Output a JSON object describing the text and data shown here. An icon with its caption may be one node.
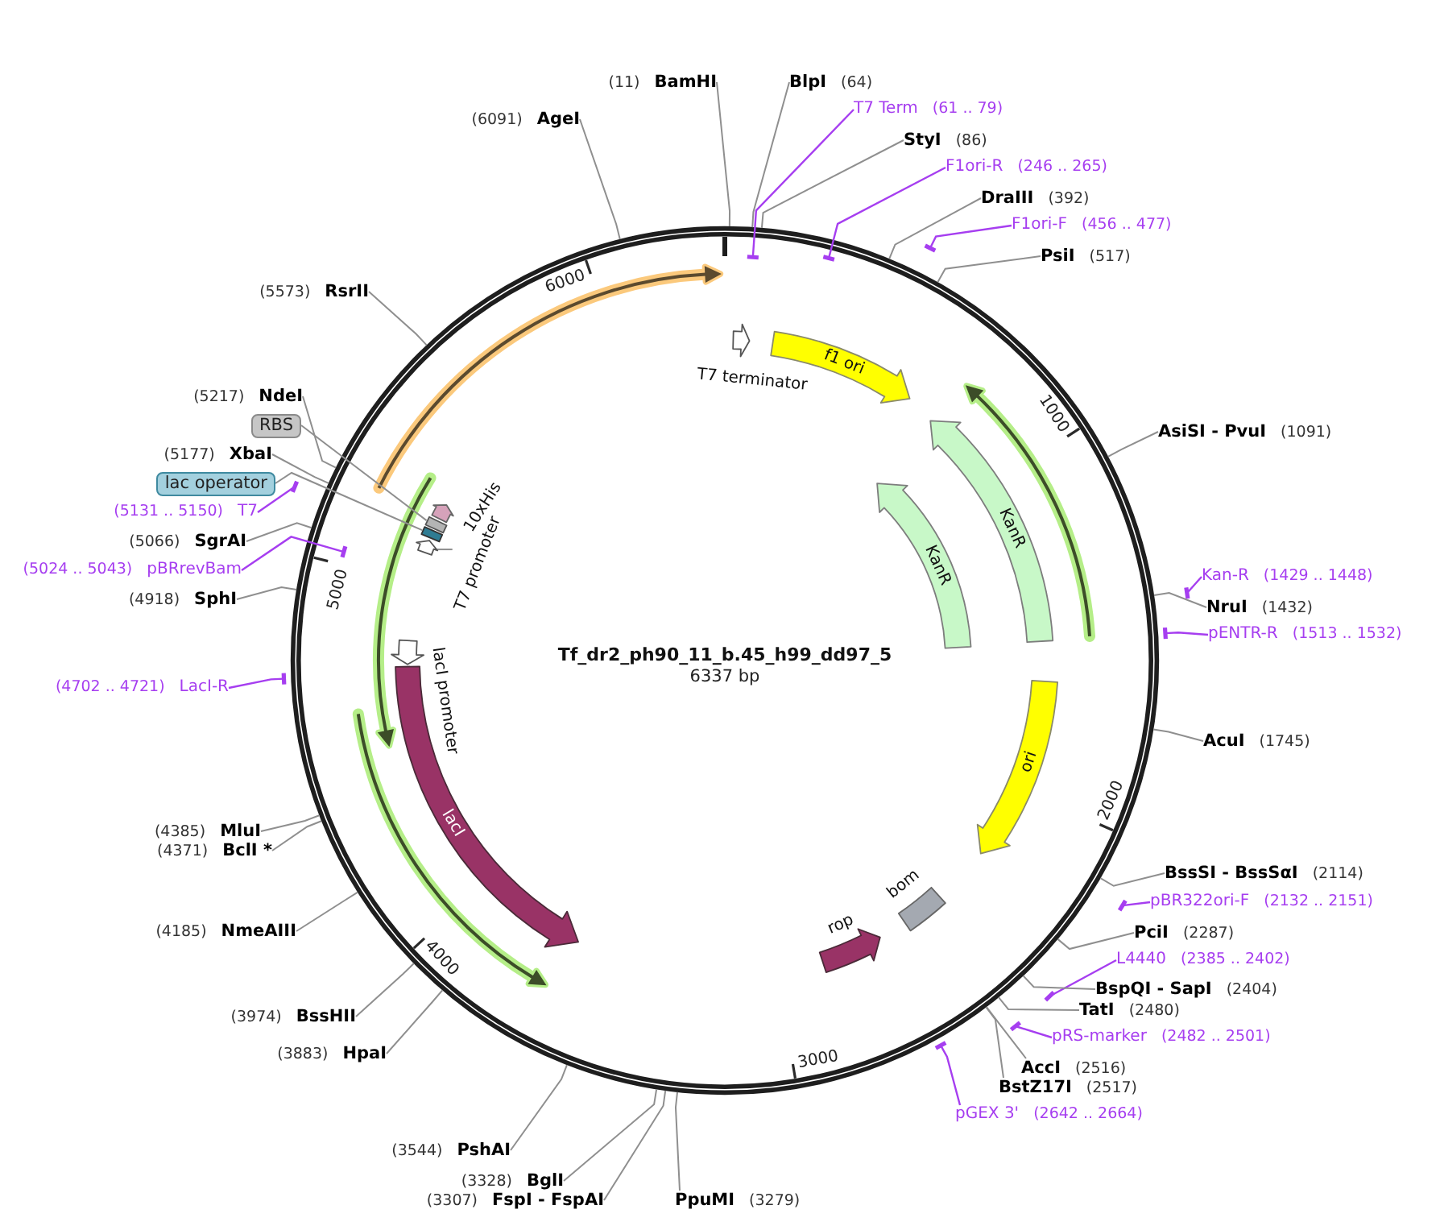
{
  "diagram": {
    "title": "Tf_dr2_ph90_11_b.45_h99_dd97_5",
    "caption": "6337 bp",
    "nodes": [
      {
        "text": [
          "(11)",
          "BamHI"
        ]
      },
      {
        "text": [
          "BlpI",
          "(64)"
        ]
      },
      {
        "text": [
          "(6091)",
          "AgeI"
        ]
      },
      {
        "text": [
          "T7 Term",
          "(61 .. 79)"
        ]
      },
      {
        "text": [],
        "shape": "bar"
      },
      {
        "text": [
          "StyI",
          "(86)"
        ]
      },
      {
        "text": [
          "F1ori-R",
          "(246 .. 265)"
        ]
      },
      {
        "text": [],
        "shape": "bar"
      },
      {
        "text": [
          "DraIII",
          "(392)"
        ]
      },
      {
        "text": [
          "F1ori-F",
          "(456 .. 477)"
        ]
      },
      {
        "text": [],
        "shape": "bar"
      },
      {
        "text": [
          "PsiI",
          "(517)"
        ]
      },
      {
        "text": [
          "(5573)",
          "RsrII"
        ]
      },
      {
        "text": [
          "(5217)",
          "NdeI"
        ]
      },
      {
        "text": [
          "RBS"
        ]
      },
      {
        "text": [
          "AsiSI - PvuI",
          "(1091)"
        ]
      },
      {
        "text": [
          "(5177)",
          "XbaI"
        ]
      },
      {
        "text": [
          "lac operator"
        ]
      },
      {
        "text": [
          "(5131 .. 5150)",
          "T7"
        ]
      },
      {
        "text": [],
        "shape": "bar"
      },
      {
        "text": [
          "(5066)",
          "SgrAI"
        ]
      },
      {
        "text": [
          "(5024 .. 5043)",
          "pBRrevBam"
        ]
      },
      {
        "text": [],
        "shape": "bar"
      },
      {
        "text": [
          "Kan-R",
          "(1429 .. 1448)"
        ]
      },
      {
        "text": [],
        "shape": "bar"
      },
      {
        "text": [
          "(4918)",
          "SphI"
        ]
      },
      {
        "text": [
          "NruI",
          "(1432)"
        ]
      },
      {
        "text": [
          "pENTR-R",
          "(1513 .. 1532)"
        ]
      },
      {
        "text": [],
        "shape": "bar"
      },
      {
        "text": [
          "(4702 .. 4721)",
          "LacI-R"
        ]
      },
      {
        "text": [],
        "shape": "bar"
      },
      {
        "text": [
          "AcuI",
          "(1745)"
        ]
      },
      {
        "text": [
          "(4385)",
          "MluI"
        ]
      },
      {
        "text": [
          "(4371)",
          "BclI *"
        ]
      },
      {
        "text": [
          "BssSI - BssSαI",
          "(2114)"
        ]
      },
      {
        "text": [
          "pBR322ori-F",
          "(2132 .. 2151)"
        ]
      },
      {
        "text": [],
        "shape": "bar"
      },
      {
        "text": [
          "(4185)",
          "NmeAIII"
        ]
      },
      {
        "text": [
          "PciI",
          "(2287)"
        ]
      },
      {
        "text": [
          "L4440",
          "(2385 .. 2402)"
        ]
      },
      {
        "text": [],
        "shape": "bar"
      },
      {
        "text": [
          "BspQI - SapI",
          "(2404)"
        ]
      },
      {
        "text": [
          "TatI",
          "(2480)"
        ]
      },
      {
        "text": [
          "(3974)",
          "BssHII"
        ]
      },
      {
        "text": [
          "pRS-marker",
          "(2482 .. 2501)"
        ]
      },
      {
        "text": [],
        "shape": "bar"
      },
      {
        "text": [
          "(3883)",
          "HpaI"
        ]
      },
      {
        "text": [
          "AccI",
          "(2516)"
        ]
      },
      {
        "text": [
          "BstZ17I",
          "(2517)"
        ]
      },
      {
        "text": [
          "pGEX 3'",
          "(2642 .. 2664)"
        ]
      },
      {
        "text": [],
        "shape": "bar"
      },
      {
        "text": [
          "(3544)",
          "PshAI"
        ]
      },
      {
        "text": [
          "(3328)",
          "BglI"
        ]
      },
      {
        "text": [
          "(3307)",
          "FspI - FspAI"
        ]
      },
      {
        "text": [
          "PpuMI",
          "(3279)"
        ]
      },
      {
        "text": [
          "T7 terminator"
        ]
      },
      {
        "text": [
          "f1 ori"
        ]
      },
      {
        "text": [
          "KanR"
        ]
      },
      {
        "text": [
          "KanR"
        ]
      },
      {
        "text": [
          "10xHis"
        ]
      },
      {
        "text": [],
        "shape": "box"
      },
      {
        "text": [],
        "shape": "box"
      },
      {
        "text": [],
        "shape": "arrow"
      },
      {
        "text": [
          "T7 promoter"
        ]
      },
      {
        "text": [
          "lacI promoter"
        ]
      },
      {
        "text": [
          "ori"
        ]
      },
      {
        "text": [
          "lacI"
        ]
      },
      {
        "text": [
          "bom"
        ]
      },
      {
        "text": [
          "rop"
        ]
      }
    ],
    "edges": [
      {
        "from": 0,
        "to": null,
        "arrow": "none"
      },
      {
        "from": 1,
        "to": null,
        "arrow": "none"
      },
      {
        "from": 2,
        "to": null,
        "arrow": "none"
      },
      {
        "from": 3,
        "to": 4,
        "arrow": "none",
        "color": "#a63ef0"
      },
      {
        "from": 5,
        "to": null,
        "arrow": "none"
      },
      {
        "from": 6,
        "to": 7,
        "arrow": "none",
        "color": "#a63ef0"
      },
      {
        "from": 8,
        "to": null,
        "arrow": "none"
      },
      {
        "from": 9,
        "to": 10,
        "arrow": "none",
        "color": "#a63ef0"
      },
      {
        "from": 11,
        "to": null,
        "arrow": "none"
      },
      {
        "from": 12,
        "to": null,
        "arrow": "none"
      },
      {
        "from": 13,
        "to": null,
        "arrow": "none"
      },
      {
        "from": 14,
        "to": 60,
        "arrow": "none"
      },
      {
        "from": 15,
        "to": null,
        "arrow": "none"
      },
      {
        "from": 16,
        "to": null,
        "arrow": "none"
      },
      {
        "from": 17,
        "to": 61,
        "arrow": "none"
      },
      {
        "from": 18,
        "to": 19,
        "arrow": "none",
        "color": "#a63ef0"
      },
      {
        "from": 20,
        "to": null,
        "arrow": "none"
      },
      {
        "from": 21,
        "to": 22,
        "arrow": "none",
        "color": "#a63ef0"
      },
      {
        "from": 23,
        "to": 24,
        "arrow": "none",
        "color": "#a63ef0"
      },
      {
        "from": 25,
        "to": null,
        "arrow": "none"
      },
      {
        "from": 26,
        "to": null,
        "arrow": "none"
      },
      {
        "from": 27,
        "to": 28,
        "arrow": "none",
        "color": "#a63ef0"
      },
      {
        "from": 29,
        "to": 30,
        "arrow": "none",
        "color": "#a63ef0"
      },
      {
        "from": 31,
        "to": null,
        "arrow": "none"
      },
      {
        "from": 32,
        "to": null,
        "arrow": "none"
      },
      {
        "from": 33,
        "to": null,
        "arrow": "none"
      },
      {
        "from": 34,
        "to": null,
        "arrow": "none"
      },
      {
        "from": 35,
        "to": 36,
        "arrow": "none",
        "color": "#a63ef0"
      },
      {
        "from": 37,
        "to": null,
        "arrow": "none"
      },
      {
        "from": 38,
        "to": null,
        "arrow": "none"
      },
      {
        "from": 39,
        "to": 40,
        "arrow": "none",
        "color": "#a63ef0"
      },
      {
        "from": 41,
        "to": null,
        "arrow": "none"
      },
      {
        "from": 42,
        "to": null,
        "arrow": "none"
      },
      {
        "from": 43,
        "to": null,
        "arrow": "none"
      },
      {
        "from": 44,
        "to": 45,
        "arrow": "none",
        "color": "#a63ef0"
      },
      {
        "from": 46,
        "to": null,
        "arrow": "none"
      },
      {
        "from": 47,
        "to": null,
        "arrow": "none"
      },
      {
        "from": 48,
        "to": null,
        "arrow": "none"
      },
      {
        "from": 49,
        "to": 50,
        "arrow": "none",
        "color": "#a63ef0"
      },
      {
        "from": 51,
        "to": null,
        "arrow": "none"
      },
      {
        "from": 52,
        "to": null,
        "arrow": "none"
      },
      {
        "from": 53,
        "to": null,
        "arrow": "none"
      },
      {
        "from": 54,
        "to": null,
        "arrow": "none"
      },
      {
        "from": 63,
        "to": 62,
        "arrow": "none"
      }
    ],
    "labels": [
      "6000",
      "1000",
      "5000",
      "2000",
      "4000",
      "3000"
    ]
  }
}
